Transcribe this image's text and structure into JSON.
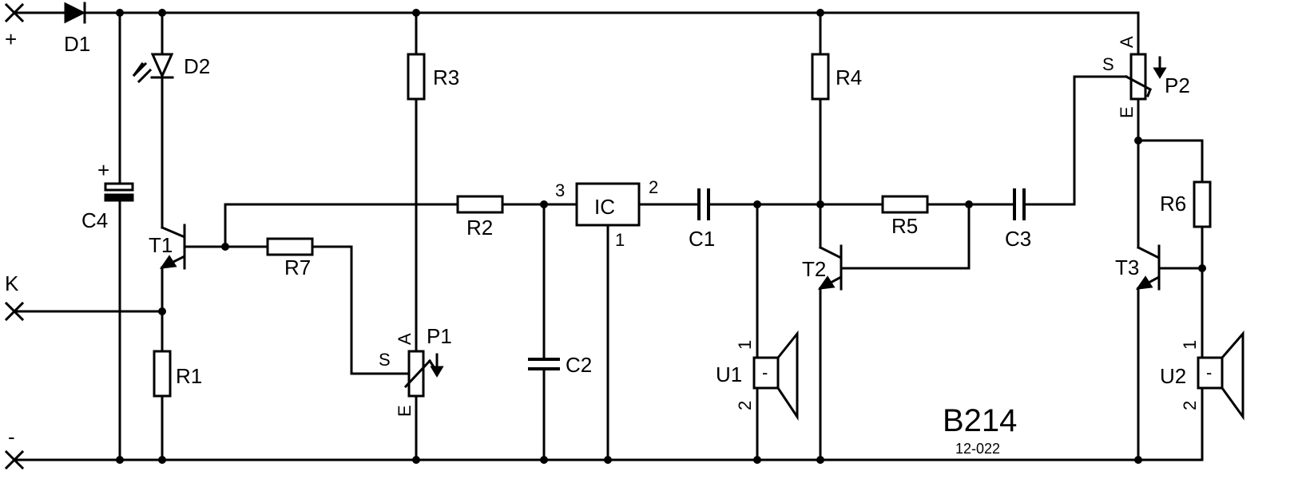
{
  "terminals": {
    "plus": "+",
    "minus": "-",
    "k": "K"
  },
  "components": {
    "d1": "D1",
    "d2": "D2",
    "c4": "C4",
    "c4_polarity": "+",
    "t1": "T1",
    "r1": "R1",
    "r3": "R3",
    "r7": "R7",
    "p1": "P1",
    "p1_a": "A",
    "p1_s": "S",
    "p1_e": "E",
    "r2": "R2",
    "c2": "C2",
    "ic": "IC",
    "ic_pin3": "3",
    "ic_pin2": "2",
    "ic_pin1": "1",
    "c1": "C1",
    "u1": "U1",
    "u1_pin1": "1",
    "u1_pin2": "2",
    "u1_minus": "-",
    "r4": "R4",
    "t2": "T2",
    "r5": "R5",
    "c3": "C3",
    "p2": "P2",
    "p2_a": "A",
    "p2_s": "S",
    "p2_e": "E",
    "r6": "R6",
    "t3": "T3",
    "u2": "U2",
    "u2_pin1": "1",
    "u2_pin2": "2",
    "u2_minus": "-"
  },
  "title": {
    "code": "B214",
    "number": "12-022"
  }
}
